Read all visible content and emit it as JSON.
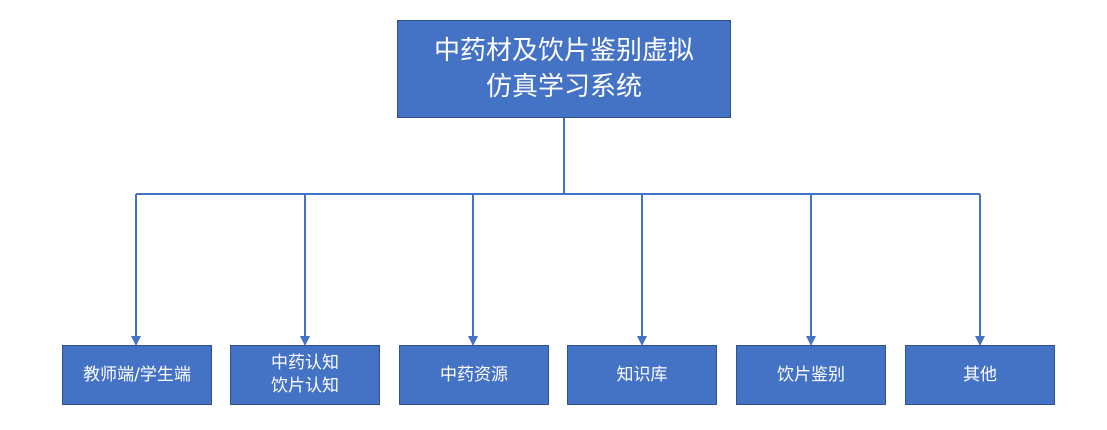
{
  "root": {
    "lines": [
      "中药材及饮片鉴别虚拟",
      "仿真学习系统"
    ]
  },
  "children": [
    {
      "lines": [
        "教师端/学生端"
      ]
    },
    {
      "lines": [
        "中药认知",
        "饮片认知"
      ]
    },
    {
      "lines": [
        "中药资源"
      ]
    },
    {
      "lines": [
        "知识库"
      ]
    },
    {
      "lines": [
        "饮片鉴别"
      ]
    },
    {
      "lines": [
        "其他"
      ]
    }
  ],
  "colors": {
    "box_fill": "#4472c4",
    "box_border": "#2f528f",
    "connector": "#4472c4",
    "text": "#ffffff"
  }
}
